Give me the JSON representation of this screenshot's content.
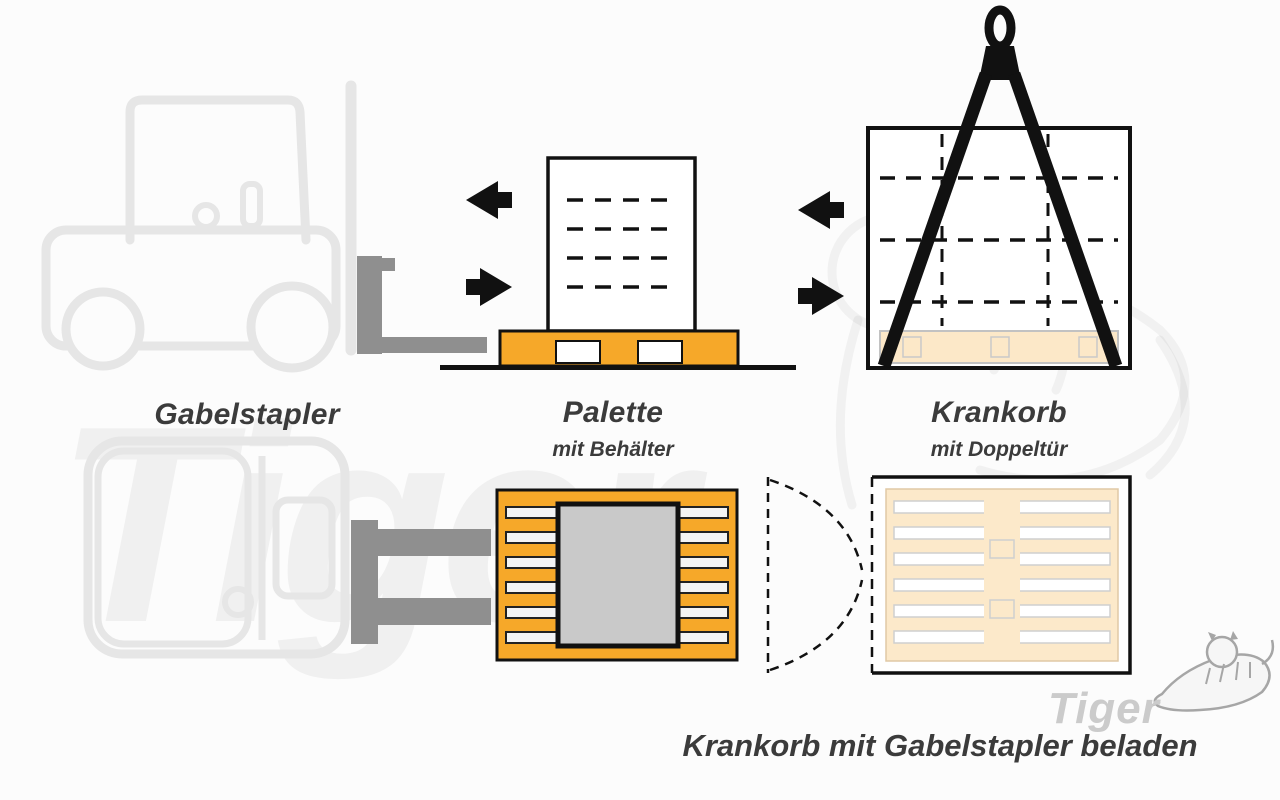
{
  "labels": {
    "forklift": "Gabelstapler",
    "pallet": "Palette",
    "pallet_sub": "mit Behälter",
    "basket": "Krankorb",
    "basket_sub": "mit Doppeltür",
    "bottom_caption": "Krankorb mit Gabelstapler beladen"
  },
  "watermark": {
    "brand_text": "Tiger",
    "logo_text": "Tiger"
  },
  "colors": {
    "pallet_orange": "#f6a829",
    "pallet_light_orange": "#fce9ca",
    "fork_gray": "#8f8f8f",
    "container_gray": "#c9c9c9",
    "outline_black": "#111111",
    "label_gray": "#3b3b3b",
    "ghost_gray": "#e6e6e6"
  }
}
